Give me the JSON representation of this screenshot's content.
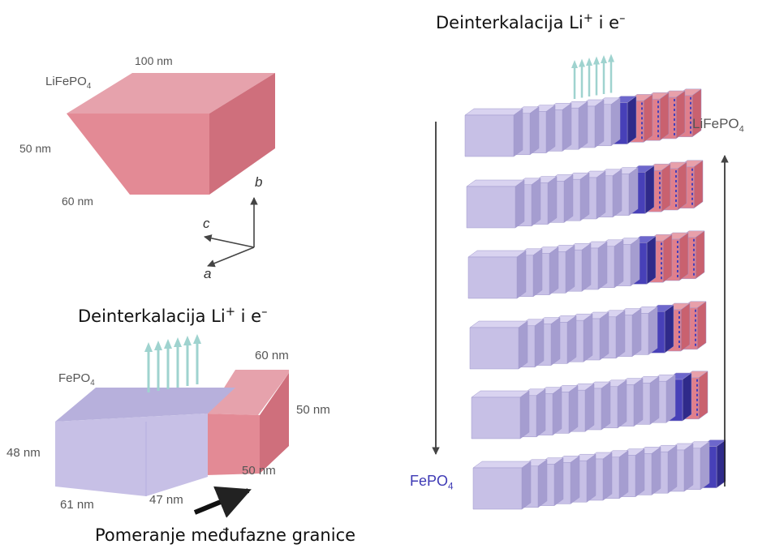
{
  "titles": {
    "right_heading": {
      "text": "Deinterkalacija Li",
      "sup1": "+",
      "mid": " i e",
      "sup2": "–"
    },
    "left_heading": {
      "text": "Deinterkalacija Li",
      "sup1": "+",
      "mid": " i e",
      "sup2": "–"
    },
    "bottom_caption": "Pomeranje međufazne granice"
  },
  "top_crystal": {
    "formula": "LiFePO",
    "formula_sub": "4",
    "length": "100 nm",
    "height": "50 nm",
    "depth": "60 nm"
  },
  "axes": {
    "b": "b",
    "c": "c",
    "a": "a"
  },
  "bottom_crystal": {
    "formula": "FePO",
    "formula_sub": "4",
    "top_depth": "60 nm",
    "right_height": "50 nm",
    "front_height": "48 nm",
    "front_width": "61 nm",
    "mid_width": "47 nm",
    "red_width": "50 nm"
  },
  "stack": {
    "label_top": "LiFePO",
    "label_top_sub": "4",
    "label_bottom": "FePO",
    "label_bottom_sub": "4",
    "rows": [
      {
        "lavender": 7,
        "blue": 1,
        "red": 4,
        "arrows": true
      },
      {
        "lavender": 8,
        "blue": 1,
        "red": 3,
        "arrows": false
      },
      {
        "lavender": 8,
        "blue": 1,
        "red": 3,
        "arrows": false
      },
      {
        "lavender": 9,
        "blue": 1,
        "red": 2,
        "arrows": false
      },
      {
        "lavender": 10,
        "blue": 1,
        "red": 1,
        "arrows": false
      },
      {
        "lavender": 12,
        "blue": 1,
        "red": 0,
        "arrows": false
      }
    ]
  },
  "colors": {
    "red_front": "#e07f8c",
    "red_top": "#e8a0aa",
    "red_side": "#c9616f",
    "lav_front": "#c7c0e6",
    "lav_top": "#d9d3f0",
    "lav_side": "#a59dd0",
    "blue_front": "#4740b8",
    "blue_top": "#6d67cc",
    "blue_side": "#2f2a8a",
    "arrow": "#9fd3cf",
    "label_blue": "#3e3ab5"
  }
}
